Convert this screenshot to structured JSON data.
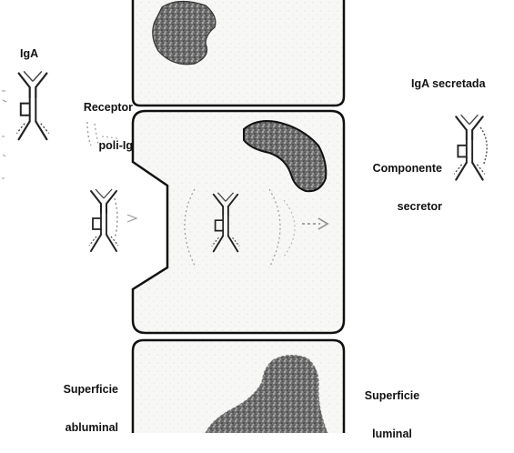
{
  "labels": {
    "iga": "IgA",
    "receptor_line1": "Receptor",
    "receptor_line2": "poli-Ig",
    "iga_secreted": "IgA secretada",
    "component_line1": "Componente",
    "component_line2": "secretor",
    "abluminal_line1": "Superficie",
    "abluminal_line2": "abluminal",
    "luminal_line1": "Superficie",
    "luminal_line2": "luminal"
  },
  "colors": {
    "ink": "#111111",
    "cell_fill": "#f4f4f2",
    "nucleus_fill": "#6e6e6e",
    "faded_ink": "#8a8a8a"
  },
  "icons": {
    "antibody": "y-shaped-antibody-icon",
    "nucleus": "nucleus-blob",
    "arrow": "dashed-arrow-icon"
  }
}
